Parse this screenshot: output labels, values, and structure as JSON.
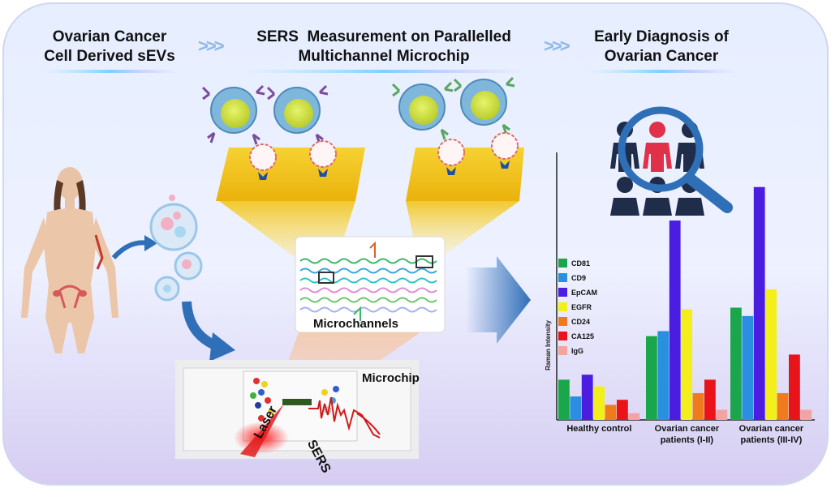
{
  "header": {
    "step1_line1": "Ovarian Cancer",
    "step1_line2": "Cell Derived sEVs",
    "step2_line1": "SERS  Measurement on Parallelled",
    "step2_line2": "Multichannel Microchip",
    "step3_line1": "Early Diagnosis of",
    "step3_line2": "Ovarian Cancer",
    "arrow_glyph": ">>>"
  },
  "labels": {
    "microchannels": "Microchannels",
    "microchip": "Microchip",
    "laser": "Laser",
    "sers": "SERS"
  },
  "icons": [
    "body-icon",
    "ev-icon",
    "antibody-icon",
    "magnifier-icon",
    "people-icon"
  ],
  "colors": {
    "background_top": "#e4ecff",
    "background_bottom": "#d9cff3",
    "gold_chip": "#f2c417",
    "arrow_blue": "#2f6fb8",
    "highlight_person": "#e0304a",
    "people": "#1f2d4a"
  },
  "chart_data": {
    "type": "bar",
    "ylabel": "Raman Intensity",
    "categories": [
      "Healthy control",
      "Ovarian cancer\npatients (I-II)",
      "Ovarian cancer\npatients (III-IV)"
    ],
    "category_lines": [
      [
        "Healthy control"
      ],
      [
        "Ovarian cancer",
        "patients (I-II)"
      ],
      [
        "Ovarian cancer",
        "patients (III-IV)"
      ]
    ],
    "series": [
      {
        "name": "CD81",
        "color": "#1aa64b",
        "values": [
          0.24,
          0.5,
          0.67
        ]
      },
      {
        "name": "CD9",
        "color": "#2a8fe0",
        "values": [
          0.14,
          0.53,
          0.62
        ]
      },
      {
        "name": "EpCAM",
        "color": "#4a1de0",
        "values": [
          0.27,
          1.19,
          1.39
        ]
      },
      {
        "name": "EGFR",
        "color": "#f3ef1a",
        "values": [
          0.2,
          0.66,
          0.78
        ]
      },
      {
        "name": "CD24",
        "color": "#f07b1c",
        "values": [
          0.09,
          0.16,
          0.16
        ]
      },
      {
        "name": "CA125",
        "color": "#e8141a",
        "values": [
          0.12,
          0.24,
          0.39
        ]
      },
      {
        "name": "IgG",
        "color": "#f3a3a3",
        "values": [
          0.04,
          0.06,
          0.06
        ]
      }
    ],
    "ylim": [
      0,
      1.5
    ],
    "grid": false,
    "legend": "top-left"
  }
}
